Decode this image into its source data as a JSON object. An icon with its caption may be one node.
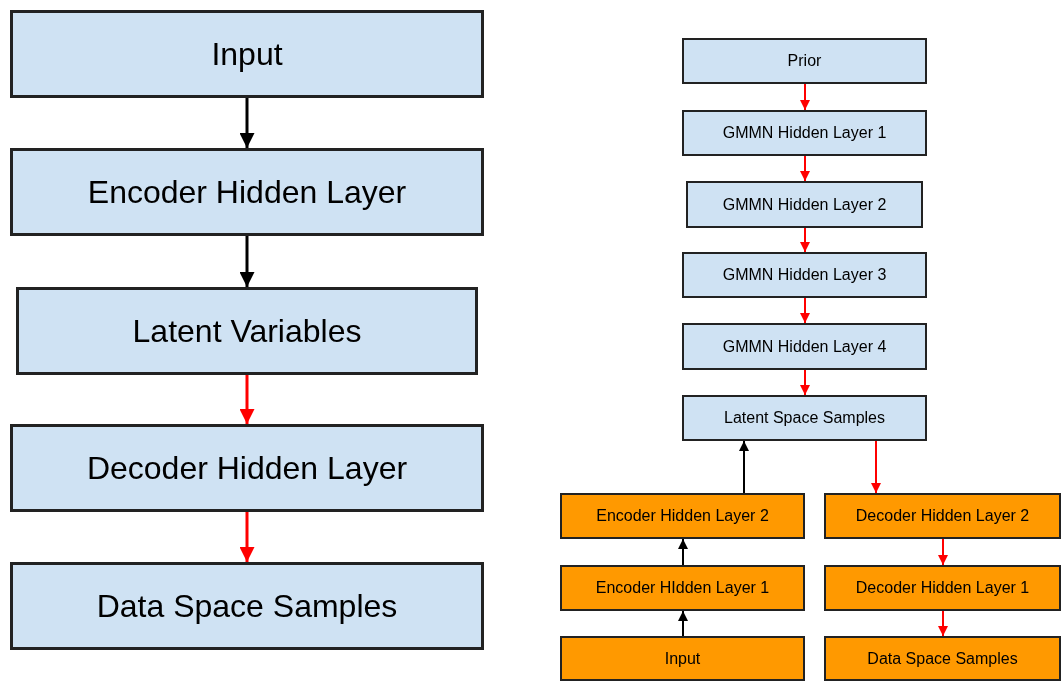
{
  "diagram": {
    "nodes": [
      {
        "text": [
          "Input"
        ]
      },
      {
        "text": [
          "Encoder Hidden Layer"
        ]
      },
      {
        "text": [
          "Latent Variables"
        ]
      },
      {
        "text": [
          "Decoder Hidden Layer"
        ]
      },
      {
        "text": [
          "Data Space Samples"
        ]
      },
      {
        "text": [
          "Prior"
        ]
      },
      {
        "text": [
          "GMMN Hidden Layer 1"
        ]
      },
      {
        "text": [
          "GMMN Hidden Layer 2"
        ]
      },
      {
        "text": [
          "GMMN Hidden Layer 3"
        ]
      },
      {
        "text": [
          "GMMN Hidden Layer 4"
        ]
      },
      {
        "text": [
          "Latent Space Samples"
        ]
      },
      {
        "text": [
          "Encoder Hidden Layer 2"
        ]
      },
      {
        "text": [
          "Decoder Hidden Layer 2"
        ]
      },
      {
        "text": [
          "Encoder HIdden Layer 1"
        ]
      },
      {
        "text": [
          "Decoder Hidden Layer 1"
        ]
      },
      {
        "text": [
          "Input"
        ]
      },
      {
        "text": [
          "Data Space Samples"
        ]
      }
    ],
    "edges": [
      {
        "from": 0,
        "to": 1,
        "arrow": "to",
        "color": "#000000"
      },
      {
        "from": 1,
        "to": 2,
        "arrow": "to",
        "color": "#000000"
      },
      {
        "from": 2,
        "to": 3,
        "arrow": "to"
      },
      {
        "from": 3,
        "to": 4,
        "arrow": "to"
      },
      {
        "from": 5,
        "to": 6,
        "arrow": "to"
      },
      {
        "from": 6,
        "to": 7,
        "arrow": "to"
      },
      {
        "from": 7,
        "to": 8,
        "arrow": "to"
      },
      {
        "from": 8,
        "to": 9,
        "arrow": "to"
      },
      {
        "from": 9,
        "to": 10,
        "arrow": "to"
      },
      {
        "from": 15,
        "to": 13,
        "arrow": "to",
        "color": "#000000"
      },
      {
        "from": 13,
        "to": 11,
        "arrow": "to",
        "color": "#000000"
      },
      {
        "from": 11,
        "to": 10,
        "arrow": "to",
        "color": "#000000"
      },
      {
        "from": 10,
        "to": 12,
        "arrow": "to"
      },
      {
        "from": 12,
        "to": 14,
        "arrow": "to"
      },
      {
        "from": 14,
        "to": 16,
        "arrow": "to"
      }
    ]
  }
}
